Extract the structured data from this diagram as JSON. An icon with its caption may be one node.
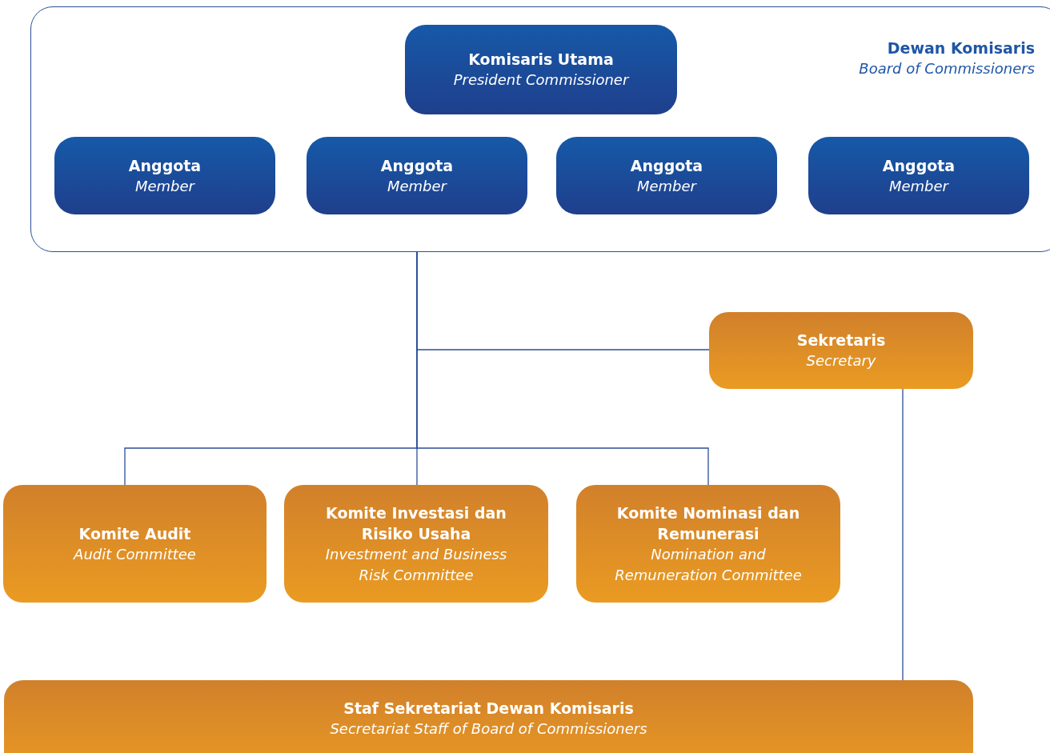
{
  "diagram": {
    "nodes": [
      {
        "text": [
          "Dewan Komisaris",
          "Board of Commissioners"
        ]
      },
      {
        "text": [
          "Komisaris Utama",
          "President Commissioner"
        ],
        "in": 0
      },
      {
        "text": [
          "Anggota",
          "Member"
        ],
        "in": 0
      },
      {
        "text": [
          "Anggota",
          "Member"
        ],
        "in": 0
      },
      {
        "text": [
          "Anggota",
          "Member"
        ],
        "in": 0
      },
      {
        "text": [
          "Anggota",
          "Member"
        ],
        "in": 0
      },
      {
        "text": [
          "Sekretaris",
          "Secretary"
        ]
      },
      {
        "text": [
          "Komite Audit",
          "Audit Committee"
        ]
      },
      {
        "text": [
          "Komite Investasi dan Risiko Usaha",
          "Investment and Business Risk Committee"
        ]
      },
      {
        "text": [
          "Komite Nominasi dan Remunerasi",
          "Nomination and Remuneration Committee"
        ]
      },
      {
        "text": [
          "Staf Sekretariat Dewan Komisaris",
          "Secretariat Staff of Board of Commissioners"
        ]
      }
    ],
    "edges": [
      {
        "from": 0,
        "to": 6,
        "arrow": "none"
      },
      {
        "from": 0,
        "to": 7,
        "arrow": "none"
      },
      {
        "from": 0,
        "to": 8,
        "arrow": "none"
      },
      {
        "from": 0,
        "to": 9,
        "arrow": "none"
      },
      {
        "from": 6,
        "to": 10,
        "arrow": "none"
      }
    ]
  }
}
